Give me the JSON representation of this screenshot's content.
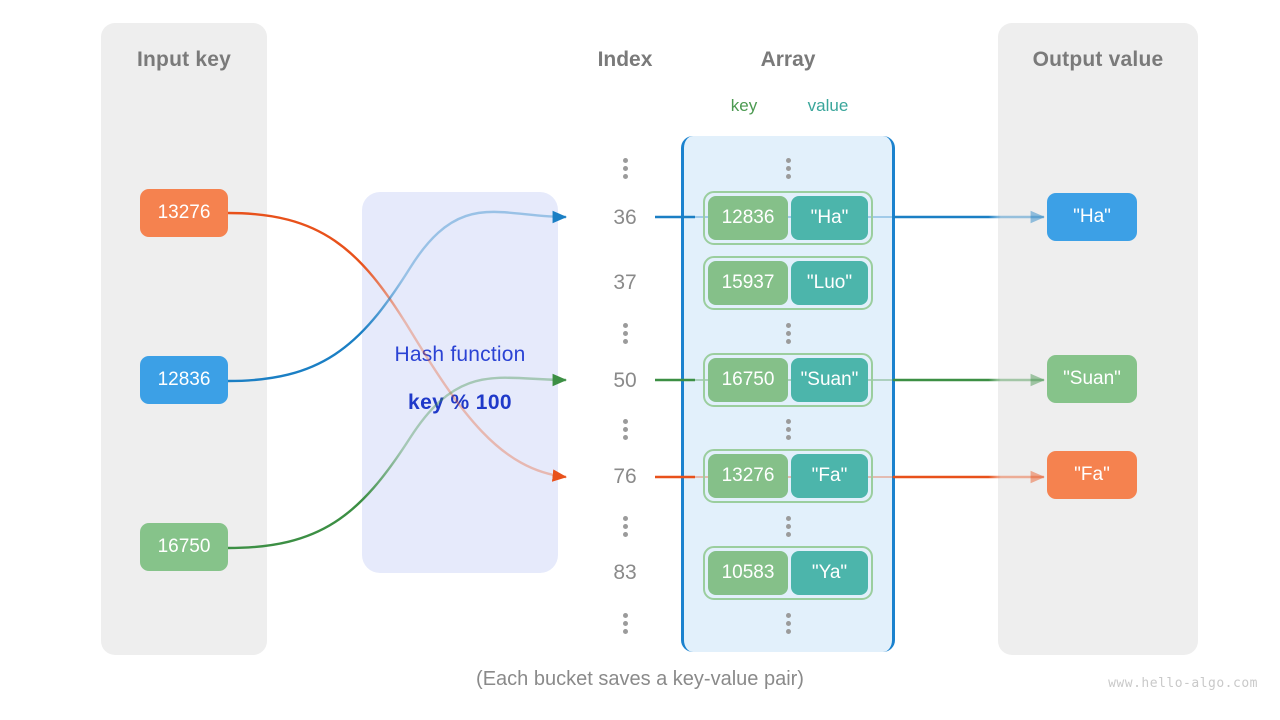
{
  "panels": {
    "input": {
      "title": "Input key"
    },
    "output": {
      "title": "Output value"
    }
  },
  "headers": {
    "index": "Index",
    "array": "Array",
    "key": "key",
    "value": "value"
  },
  "hash": {
    "label": "Hash function",
    "formula": "key % 100"
  },
  "input_keys": [
    {
      "label": "13276",
      "color": "#f5824f"
    },
    {
      "label": "12836",
      "color": "#3ca0e6"
    },
    {
      "label": "16750",
      "color": "#86c38a"
    }
  ],
  "output_values": [
    {
      "label": "\"Ha\"",
      "color": "#3ca0e6"
    },
    {
      "label": "\"Suan\"",
      "color": "#86c38a"
    },
    {
      "label": "\"Fa\"",
      "color": "#f5824f"
    }
  ],
  "index_column": [
    "36",
    "37",
    "50",
    "76",
    "83"
  ],
  "buckets": [
    {
      "index": "36",
      "key": "12836",
      "value": "\"Ha\""
    },
    {
      "index": "37",
      "key": "15937",
      "value": "\"Luo\""
    },
    {
      "index": "50",
      "key": "16750",
      "value": "\"Suan\""
    },
    {
      "index": "76",
      "key": "13276",
      "value": "\"Fa\""
    },
    {
      "index": "83",
      "key": "10583",
      "value": "\"Ya\""
    }
  ],
  "mappings": [
    {
      "key": "13276",
      "index": "76",
      "value": "\"Fa\"",
      "color": "#e8511b"
    },
    {
      "key": "12836",
      "index": "36",
      "value": "\"Ha\"",
      "color": "#1b7fc4"
    },
    {
      "key": "16750",
      "index": "50",
      "value": "\"Suan\"",
      "color": "#3c8f44"
    }
  ],
  "footer": {
    "caption": "(Each bucket saves a key-value pair)",
    "watermark": "www.hello-algo.com"
  },
  "colors": {
    "panel_bg": "#eeeeee",
    "hash_bg": "#e6eafb",
    "array_bg": "#e2f0fb",
    "array_border": "#1b82ce",
    "bucket_key": "#85c089",
    "bucket_value": "#4cb5ab",
    "bucket_border": "#9bce9e",
    "heading_gray": "#7a7a7a",
    "hash_text": "#2b43d4"
  }
}
